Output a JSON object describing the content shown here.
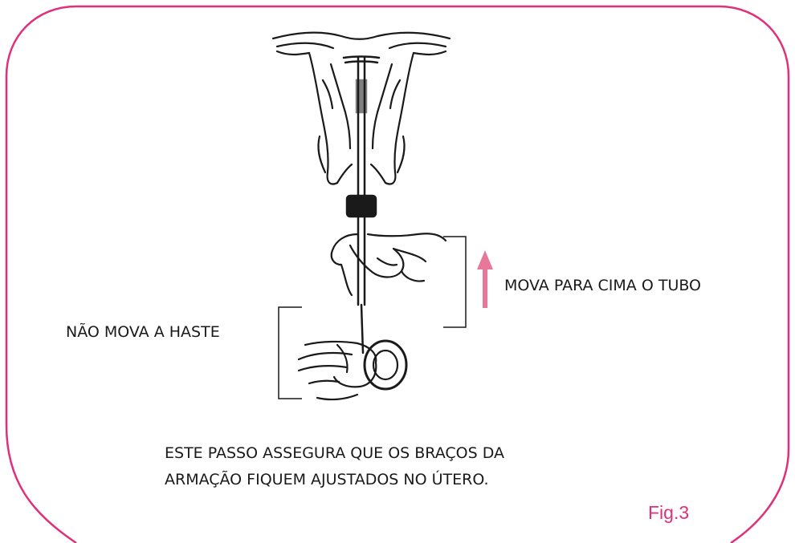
{
  "labels": {
    "move_tube": "MOVA PARA CIMA O TUBO",
    "dont_move_rod": "NÃO MOVA A HASTE",
    "note_line1": "ESTE PASSO ASSEGURA QUE OS BRAÇOS DA",
    "note_line2": "ARMAÇÃO FIQUEM AJUSTADOS NO ÚTERO.",
    "figure": "Fig.3"
  },
  "colors": {
    "border": "#e0307a",
    "arrow": "#e8789a",
    "figure_label": "#e0307a",
    "ink": "#1a1a1a"
  }
}
